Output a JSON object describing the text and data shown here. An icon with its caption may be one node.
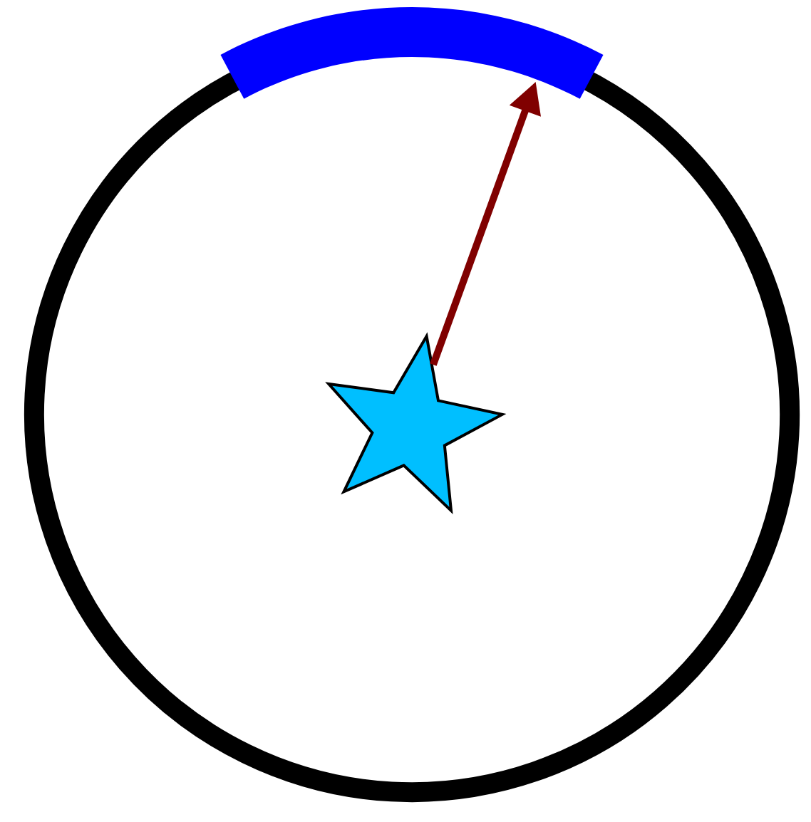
{
  "diagram": {
    "nodes": [
      {
        "text": [],
        "shape": "circle"
      },
      {
        "text": [],
        "shape": "arc"
      },
      {
        "text": [],
        "shape": "star",
        "in": 0
      }
    ],
    "edges": [
      {
        "from": 2,
        "to": 1,
        "arrow": "to",
        "color": "#800000"
      }
    ]
  }
}
